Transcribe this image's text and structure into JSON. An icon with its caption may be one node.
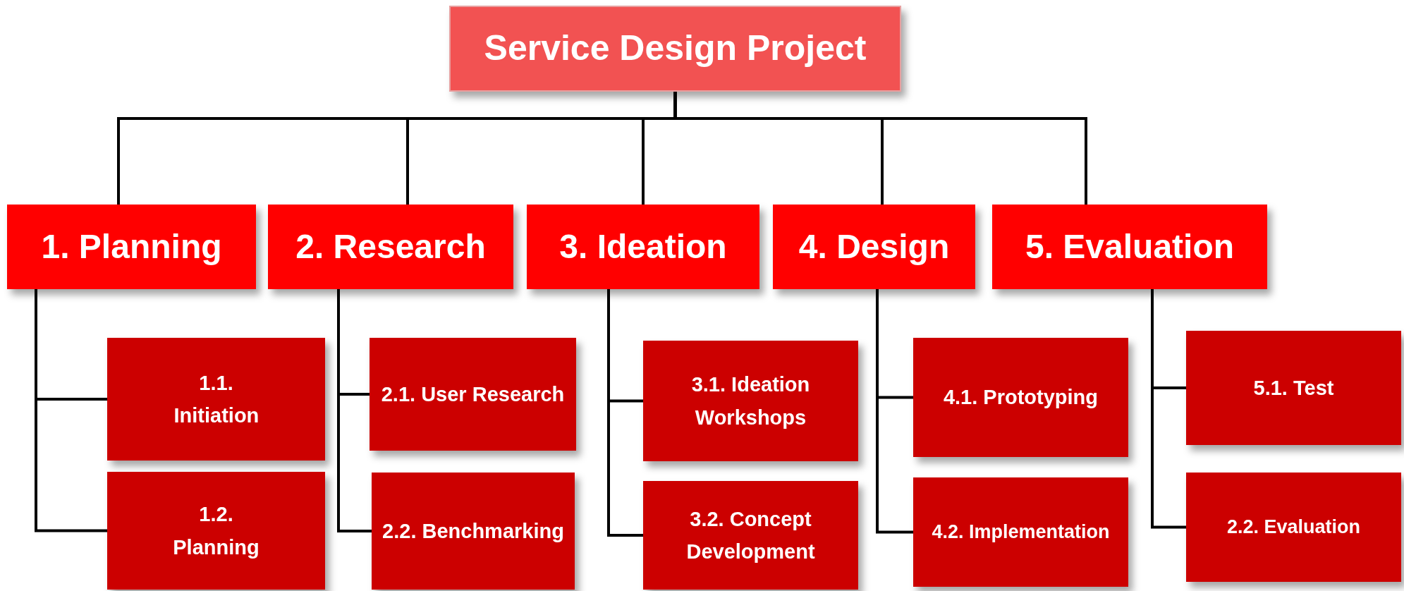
{
  "diagram": {
    "nodes": [
      {
        "text": [
          "Service Design Project"
        ]
      },
      {
        "text": [
          "1. Planning"
        ]
      },
      {
        "text": [
          "2. Research"
        ]
      },
      {
        "text": [
          "3. Ideation"
        ]
      },
      {
        "text": [
          "4. Design"
        ]
      },
      {
        "text": [
          "5. Evaluation"
        ]
      },
      {
        "text": [
          "1.1. Initiation"
        ]
      },
      {
        "text": [
          "1.2. Planning"
        ]
      },
      {
        "text": [
          "2.1. User Research"
        ]
      },
      {
        "text": [
          "2.2. Benchmarking"
        ]
      },
      {
        "text": [
          "3.1. Ideation Workshops"
        ]
      },
      {
        "text": [
          "3.2. Concept Development"
        ]
      },
      {
        "text": [
          "4.1. Prototyping"
        ]
      },
      {
        "text": [
          "4.2. Implementation"
        ]
      },
      {
        "text": [
          "5.1. Test"
        ]
      },
      {
        "text": [
          "2.2. Evaluation"
        ]
      }
    ],
    "edges": [
      {
        "from": 0,
        "to": 1,
        "arrow": "none"
      },
      {
        "from": 0,
        "to": 2,
        "arrow": "none"
      },
      {
        "from": 0,
        "to": 3,
        "arrow": "none"
      },
      {
        "from": 0,
        "to": 4,
        "arrow": "none"
      },
      {
        "from": 0,
        "to": 5,
        "arrow": "none"
      },
      {
        "from": 1,
        "to": 6,
        "arrow": "none"
      },
      {
        "from": 1,
        "to": 7,
        "arrow": "none"
      },
      {
        "from": 2,
        "to": 8,
        "arrow": "none"
      },
      {
        "from": 2,
        "to": 9,
        "arrow": "none"
      },
      {
        "from": 3,
        "to": 10,
        "arrow": "none"
      },
      {
        "from": 3,
        "to": 11,
        "arrow": "none"
      },
      {
        "from": 4,
        "to": 12,
        "arrow": "none"
      },
      {
        "from": 4,
        "to": 13,
        "arrow": "none"
      },
      {
        "from": 5,
        "to": 14,
        "arrow": "none"
      },
      {
        "from": 5,
        "to": 15,
        "arrow": "none"
      }
    ]
  }
}
